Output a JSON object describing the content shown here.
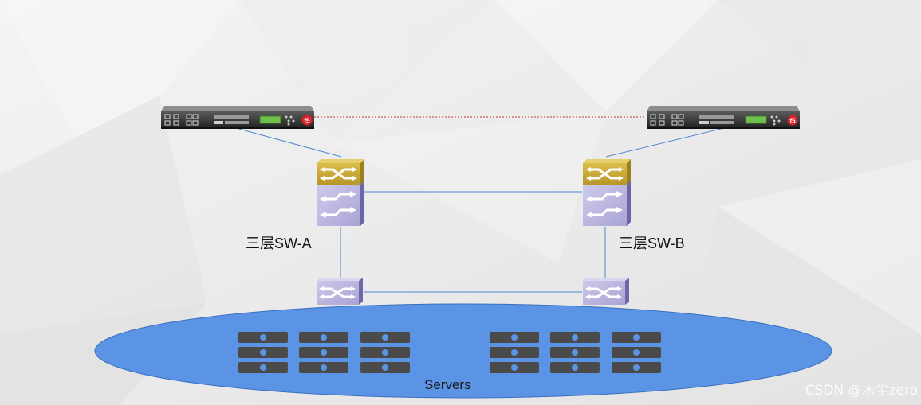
{
  "labels": {
    "switch_a": "三层SW-A",
    "switch_b": "三层SW-B",
    "servers": "Servers"
  },
  "watermark": "CSDN @木尘zero",
  "colors": {
    "link_line": "#4f86d0",
    "ha_link": "#c0392b",
    "server_pool": "#5b94e4",
    "pool_stroke": "#3a6fc0",
    "l3_top": "#c9a834",
    "l3_body": "#b8b4de",
    "server_unit": "#4a4a4a"
  },
  "icons": {
    "load_balancer": "f5-appliance-icon",
    "l3_switch": "layer3-switch-icon",
    "l2_switch": "layer2-switch-icon",
    "server": "server-rack-icon"
  }
}
